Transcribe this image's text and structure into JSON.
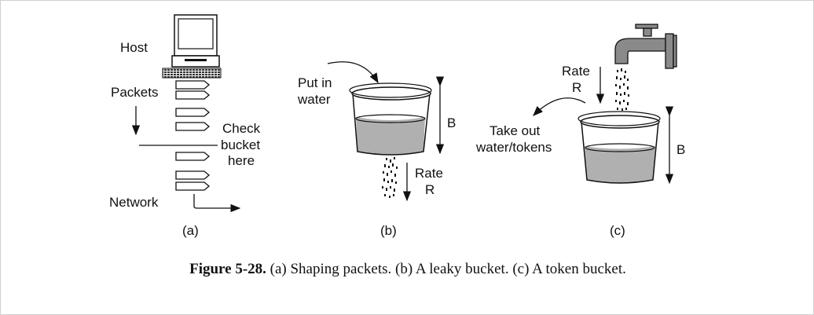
{
  "panel_a": {
    "host_label": "Host",
    "packets_label": "Packets",
    "check_label": [
      "Check",
      "bucket",
      "here"
    ],
    "network_label": "Network",
    "panel_label": "(a)"
  },
  "panel_b": {
    "put_in_label": [
      "Put in",
      "water"
    ],
    "b_label": "B",
    "rate_label": [
      "Rate",
      "R"
    ],
    "panel_label": "(b)"
  },
  "panel_c": {
    "rate_label": [
      "Rate",
      "R"
    ],
    "take_out_label": [
      "Take out",
      "water/tokens"
    ],
    "b_label": "B",
    "panel_label": "(c)"
  },
  "caption": {
    "number": "Figure 5-28.",
    "text": "(a) Shaping packets. (b) A leaky bucket. (c) A token bucket."
  },
  "colors": {
    "line": "#111111",
    "water": "#b0b0b0",
    "faucet": "#8a8a8a"
  }
}
